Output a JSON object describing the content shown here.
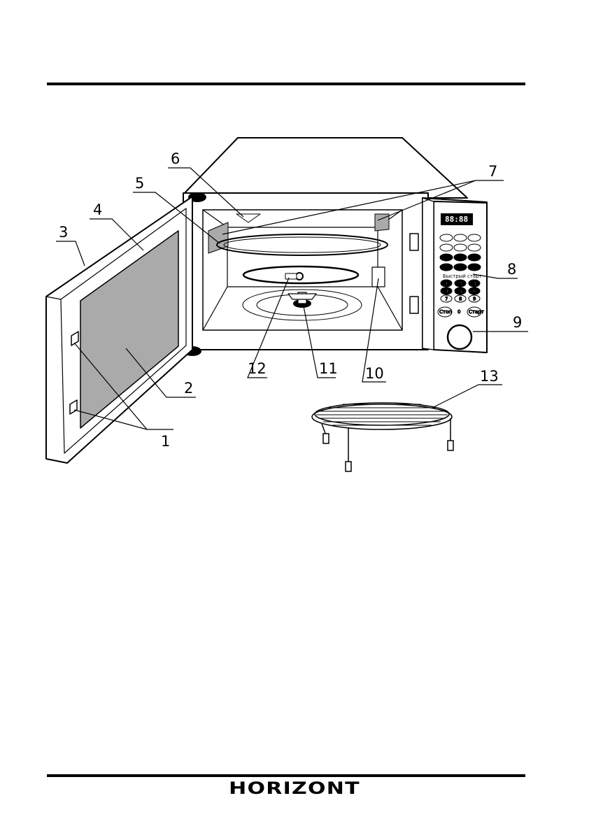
{
  "brand": "HORIZONT",
  "panel": {
    "display": "88:88",
    "quick_start": "Быстрый старт",
    "keypad": [
      "1",
      "2",
      "3",
      "4",
      "5",
      "6",
      "7",
      "8",
      "9",
      "0"
    ],
    "stop": "Стоп",
    "start": "Старт"
  },
  "callouts": [
    "1",
    "2",
    "3",
    "4",
    "5",
    "6",
    "7",
    "8",
    "9",
    "10",
    "11",
    "12",
    "13"
  ]
}
